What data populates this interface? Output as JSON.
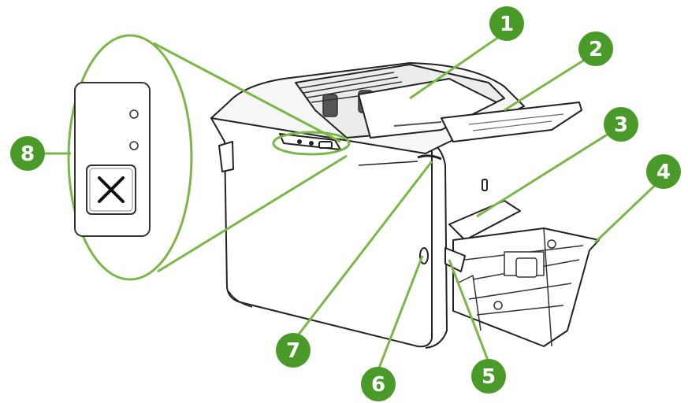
{
  "accent_color": "#4a9a2a",
  "callouts": [
    {
      "number": "1",
      "target": "output-bin"
    },
    {
      "number": "2",
      "target": "output-bin-extension"
    },
    {
      "number": "3",
      "target": "priority-feed-slot"
    },
    {
      "number": "4",
      "target": "main-input-tray"
    },
    {
      "number": "5",
      "target": "paper-guides"
    },
    {
      "number": "6",
      "target": "power-switch"
    },
    {
      "number": "7",
      "target": "print-cartridge-door-lift-tab"
    },
    {
      "number": "8",
      "target": "control-panel"
    }
  ],
  "control_panel": {
    "lights": [
      "ready-light",
      "attention-light"
    ],
    "button_icon": "cancel-x-icon"
  }
}
